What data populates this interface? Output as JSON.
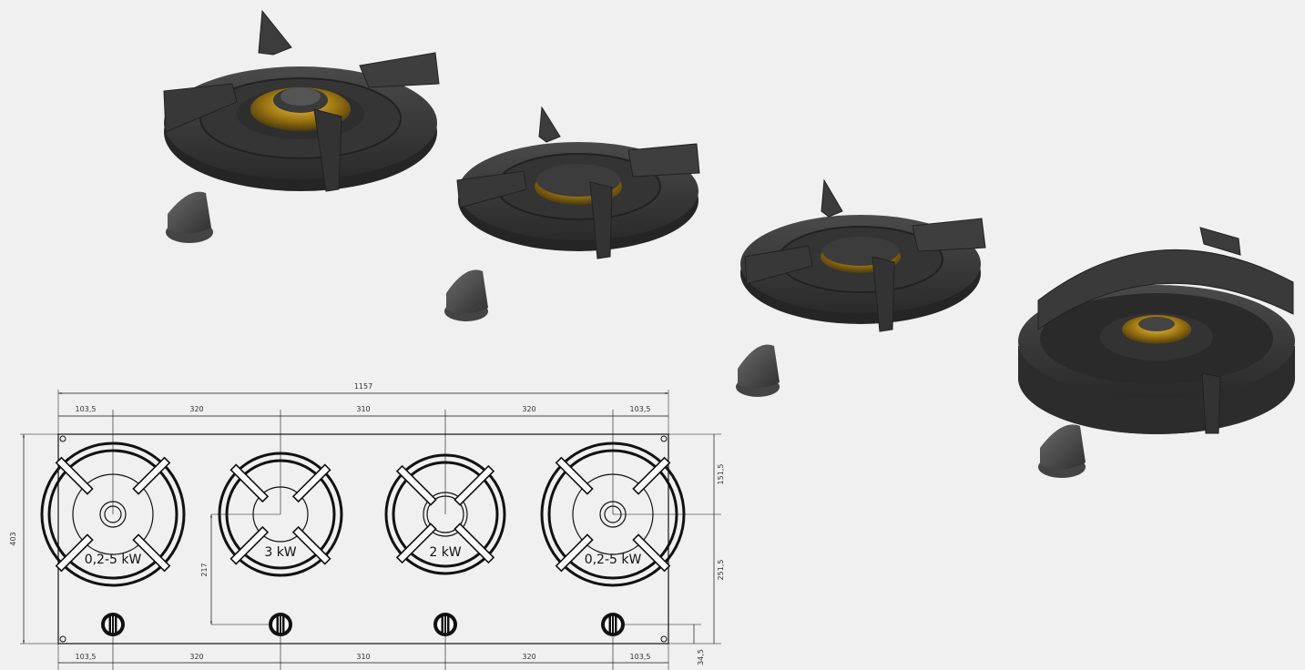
{
  "product_renders": [
    {
      "id": "burner-wok-large",
      "type": "wok burner with pan support and knob"
    },
    {
      "id": "burner-3kw",
      "type": "burner with pan support and knob"
    },
    {
      "id": "burner-2kw",
      "type": "burner with pan support and knob"
    },
    {
      "id": "burner-wok-ring",
      "type": "wok ring burner with knob"
    }
  ],
  "drawing": {
    "overall_width": "1157",
    "top_dims": [
      "103,5",
      "320",
      "310",
      "320",
      "103,5"
    ],
    "bottom_dims": [
      "103,5",
      "320",
      "310",
      "320",
      "103,5"
    ],
    "height": "403",
    "knob_to_burner": "217",
    "right_top": "151,5",
    "right_mid": "251,5",
    "right_bottom": "34,5",
    "burners": [
      {
        "label": "0,2-5 kW"
      },
      {
        "label": "3 kW"
      },
      {
        "label": "2 kW"
      },
      {
        "label": "0,2-5 kW"
      }
    ]
  },
  "colors": {
    "background": "#f0f0f0",
    "cast_iron": "#3a3a3a",
    "brass": "#b8860b",
    "line": "#111111"
  }
}
